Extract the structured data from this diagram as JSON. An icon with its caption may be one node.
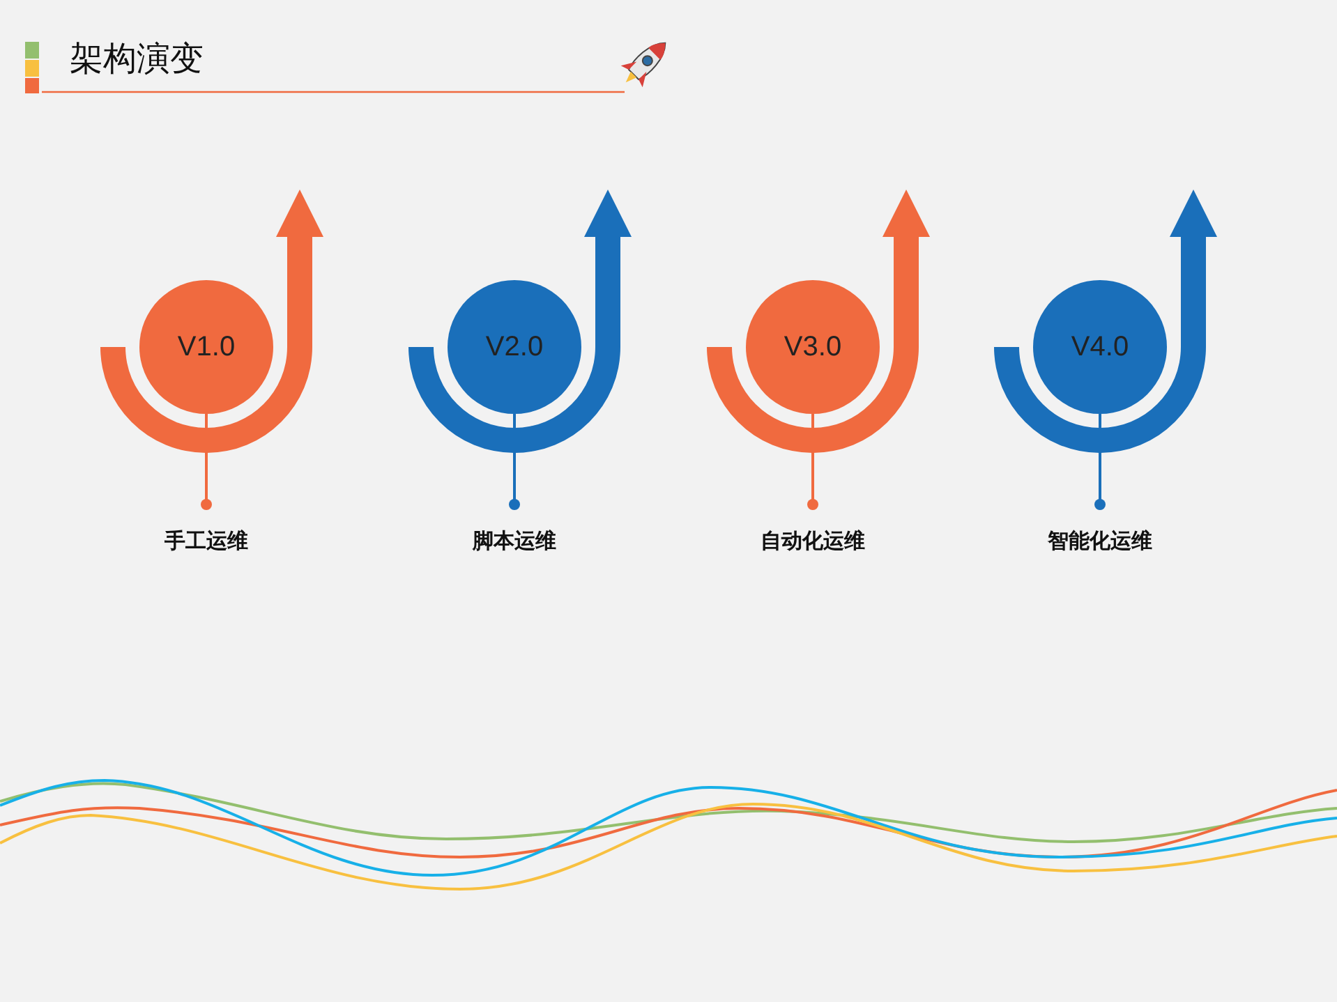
{
  "diagram": {
    "title": "架构演变",
    "nodes": [
      {
        "text": [
          "V1.0"
        ]
      },
      {
        "text": [
          "V2.0"
        ]
      },
      {
        "text": [
          "V3.0"
        ]
      },
      {
        "text": [
          "V4.0"
        ]
      }
    ],
    "labels": [
      "手工运维",
      "脚本运维",
      "自动化运维",
      "智能化运维"
    ]
  }
}
